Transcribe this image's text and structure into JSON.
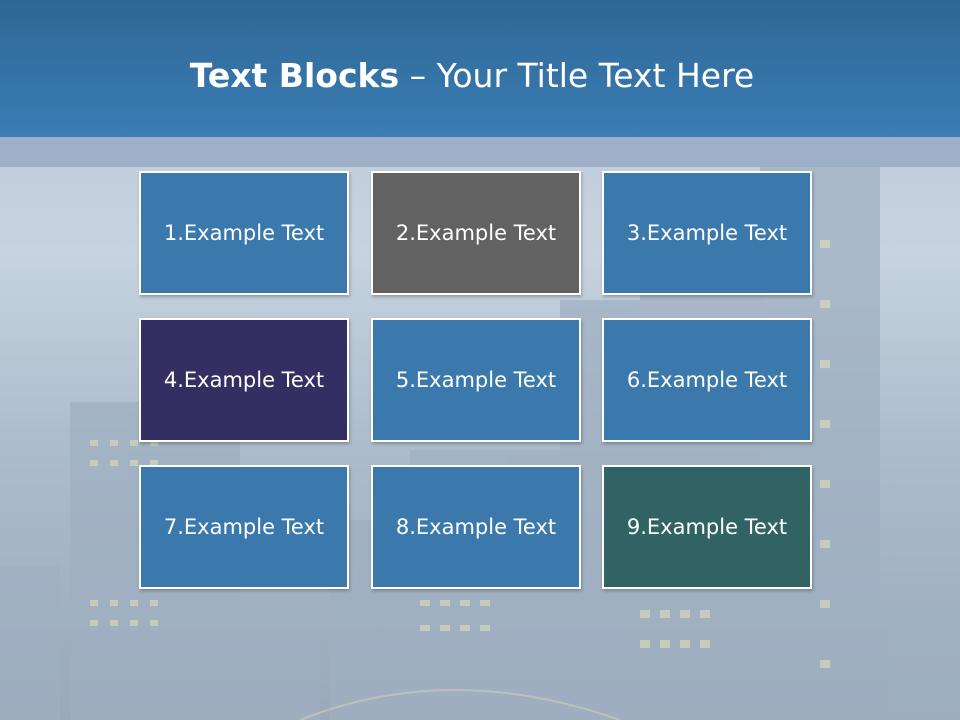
{
  "slide": {
    "title_bold": "Text Blocks",
    "title_dash": " – ",
    "title_rest": "Your Title Text Here"
  },
  "blocks": [
    {
      "label": "1.Example Text",
      "color": "#3b79ad"
    },
    {
      "label": "2.Example Text",
      "color": "#626262"
    },
    {
      "label": "3.Example Text",
      "color": "#3b79ad"
    },
    {
      "label": "4.Example Text",
      "color": "#332f62"
    },
    {
      "label": "5.Example Text",
      "color": "#3b79ad"
    },
    {
      "label": "6.Example Text",
      "color": "#3b79ad"
    },
    {
      "label": "7.Example Text",
      "color": "#3b79ad"
    },
    {
      "label": "8.Example Text",
      "color": "#3b79ad"
    },
    {
      "label": "9.Example Text",
      "color": "#326364"
    }
  ],
  "theme": {
    "title_bar_color": "#3677ad",
    "background": "city-skyline-image"
  }
}
